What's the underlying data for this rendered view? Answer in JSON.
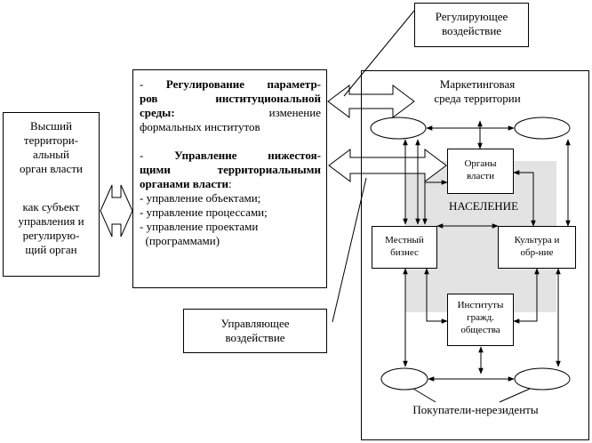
{
  "left_box": {
    "title_lines": [
      "Высший",
      "территори-",
      "альный",
      "орган власти"
    ],
    "subject_lines": [
      "как субъект",
      "управления и",
      "регулирую-",
      "щий орган"
    ]
  },
  "middle_box": {
    "item1_dash": "- ",
    "item1_bold_line1": "Регулирование параметр-",
    "item1_bold_line2a": "ров",
    "item1_bold_line2b": "институциональной",
    "item1_bold_line3": "среды:",
    "item1_normal_line3": "изменение",
    "item1_line4": "формальных институтов",
    "item2_dash": "- ",
    "item2_bold_line1": "Управление нижестоя-",
    "item2_bold_line2": "щими территориальными",
    "item2_bold_line3": "органами власти",
    "item2_colon": ":",
    "list": [
      "- управление объектами;",
      "- управление процессами;",
      "- управление проектами",
      "  (программами)"
    ]
  },
  "callouts": {
    "regulating": [
      "Регулирующее",
      "воздействие"
    ],
    "managing": [
      "Управляющее",
      "воздействие"
    ]
  },
  "market": {
    "title_lines": [
      "Маркетинговая",
      "среда территории"
    ],
    "population": "НАСЕЛЕНИЕ",
    "authorities": [
      "Органы",
      "власти"
    ],
    "local_business": [
      "Местный",
      "бизнес"
    ],
    "culture": [
      "Культура и",
      "обр-ние"
    ],
    "civil_institutes": [
      "Институты",
      "гражд.",
      "общества"
    ],
    "buyers": "Покупатели-нерезиденты"
  }
}
